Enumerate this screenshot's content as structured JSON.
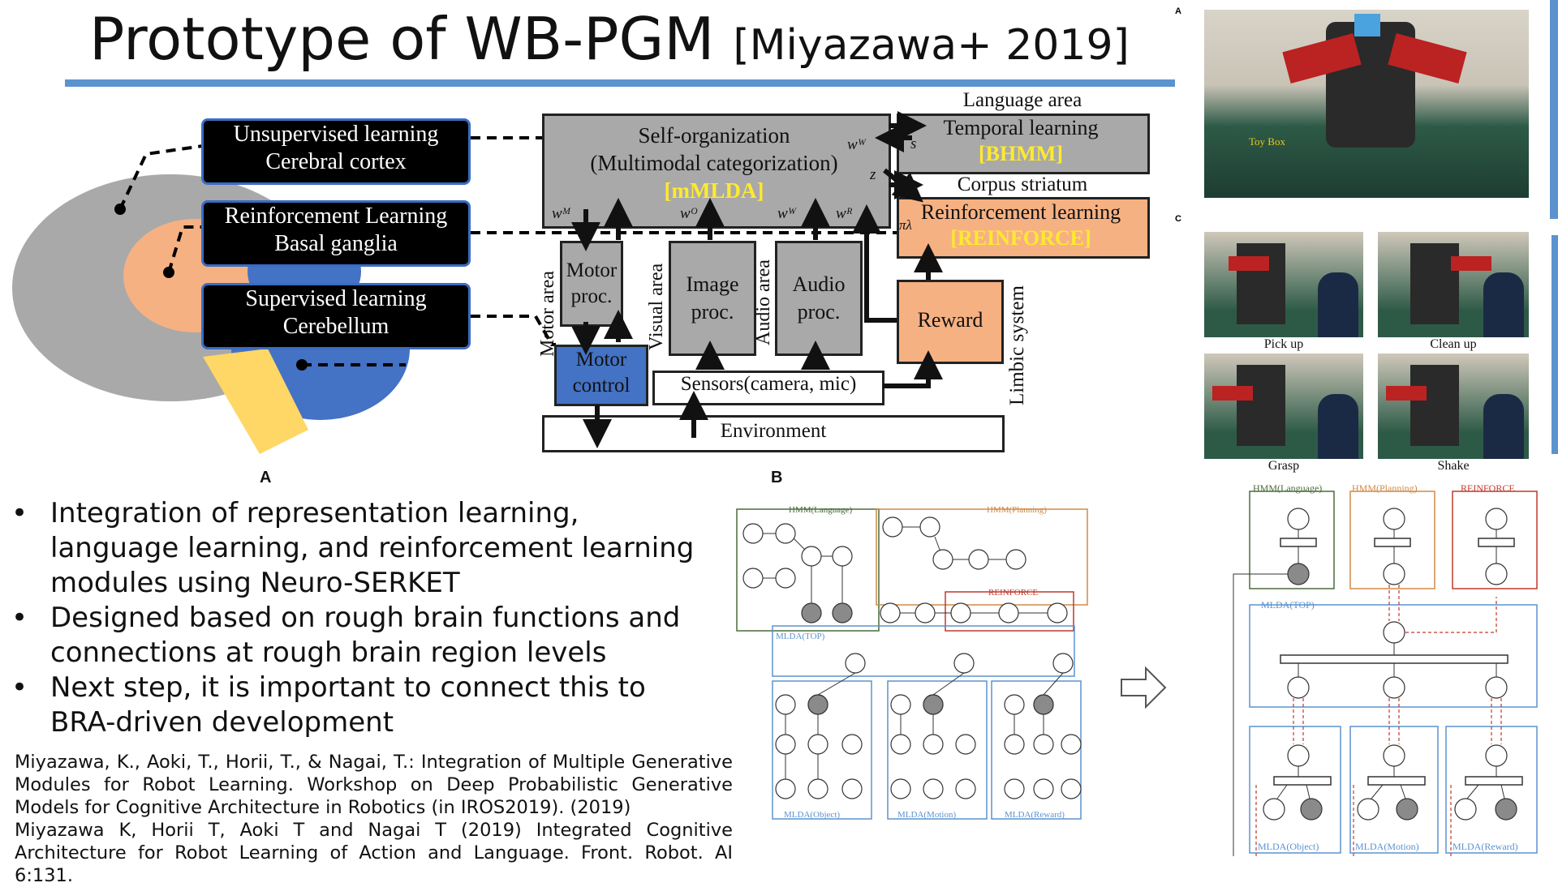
{
  "title": {
    "main": "Prototype of WB-PGM",
    "cite": "[Miyazawa+ 2019]"
  },
  "panel_labels": {
    "a": "A",
    "b": "B",
    "photo_a": "A",
    "photo_c": "C"
  },
  "brain": {
    "box1": {
      "line1": "Unsupervised learning",
      "line2": "Cerebral cortex"
    },
    "box2": {
      "line1": "Reinforcement Learning",
      "line2": "Basal ganglia"
    },
    "box3": {
      "line1": "Supervised learning",
      "line2": "Cerebellum"
    }
  },
  "architecture": {
    "self_org": {
      "line1": "Self-organization",
      "line2": "(Multimodal categorization)",
      "model": "[mMLDA]"
    },
    "language_area": "Language area",
    "temporal": {
      "line1": "Temporal learning",
      "model": "[BHMM]"
    },
    "corpus_striatum": "Corpus striatum",
    "reinforcement": {
      "line1": "Reinforcement learning",
      "model": "[REINFORCE]"
    },
    "motor_area": "Motor area",
    "visual_area": "Visual area",
    "audio_area": "Audio area",
    "motor_proc": {
      "line1": "Motor",
      "line2": "proc."
    },
    "image_proc": {
      "line1": "Image",
      "line2": "proc."
    },
    "audio_proc": {
      "line1": "Audio",
      "line2": "proc."
    },
    "motor_control": {
      "line1": "Motor",
      "line2": "control"
    },
    "sensors": "Sensors(camera, mic)",
    "reward": "Reward",
    "limbic": "Limbic system",
    "environment": "Environment",
    "symbols": {
      "wM": "wᴹ",
      "wO": "wᴼ",
      "wW": "wᵂ",
      "wR": "wᴿ",
      "wW2": "wᵂ",
      "s": "s",
      "z": "z",
      "pi": "πλ"
    }
  },
  "bullets": [
    "Integration of representation learning, language learning, and reinforcement learning modules using Neuro-SERKET",
    "Designed based on rough brain functions and connections at rough brain region levels",
    "Next step, it is important to connect this to BRA-driven development"
  ],
  "references": [
    "Miyazawa, K., Aoki, T., Horii, T., & Nagai, T.: Integration of Multiple Generative Modules for Robot Learning. Workshop on Deep Probabilistic Generative Models for Cognitive Architecture in Robotics (in IROS2019). (2019)",
    "Miyazawa K, Horii T, Aoki T and Nagai T (2019) Integrated Cognitive Architecture for Robot Learning of Action and Language. Front. Robot. AI 6:131."
  ],
  "photos": {
    "toy_box": "Toy Box",
    "captions": [
      "Pick up",
      "Clean up",
      "Grasp",
      "Shake"
    ]
  },
  "graph_left": {
    "hmm_language": "HMM(Language)",
    "hmm_planning": "HMM(Planning)",
    "reinforce": "REINFORCE",
    "mlda_top": "MLDA(TOP)",
    "mlda_object": "MLDA(Object)",
    "mlda_motion": "MLDA(Motion)",
    "mlda_reward": "MLDA(Reward)"
  },
  "graph_right": {
    "hmm_language": "HMM(Language)",
    "hmm_planning": "HMM(Planning)",
    "reinforce": "REINFORCE",
    "mlda_top": "MLDA(TOP)",
    "mlda_object": "MLDA(Object)",
    "mlda_motion": "MLDA(Motion)",
    "mlda_reward": "MLDA(Reward)"
  },
  "colors": {
    "accent": "#5b93cf",
    "gray": "#a9a9a9",
    "orange": "#f6b183",
    "blue": "#4472c4",
    "yellow_text": "#ffea2e",
    "graph_red": "#c0392b"
  }
}
